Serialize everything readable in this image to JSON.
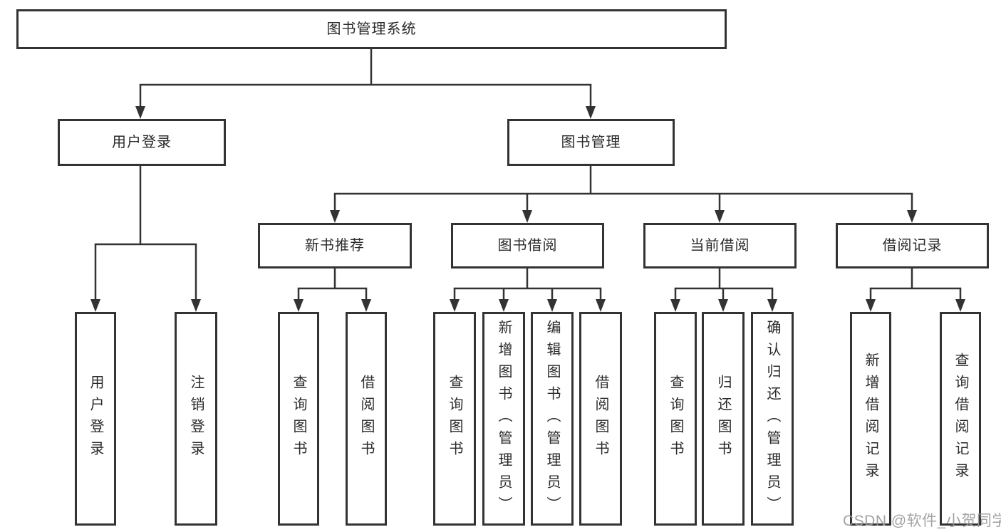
{
  "diagram_type": "hierarchy-tree",
  "colors": {
    "line": "#333333",
    "box_border": "#333333",
    "box_fill": "#ffffff",
    "text": "#2a2a2a",
    "watermark": "#9b9b9b",
    "background": "#ffffff"
  },
  "tree": {
    "root": {
      "label": "图书管理系统",
      "children": [
        {
          "label": "用户登录",
          "children": [
            {
              "label": "用户登录"
            },
            {
              "label": "注销登录"
            }
          ]
        },
        {
          "label": "图书管理",
          "children": [
            {
              "label": "新书推荐",
              "children": [
                {
                  "label": "查询图书"
                },
                {
                  "label": "借阅图书"
                }
              ]
            },
            {
              "label": "图书借阅",
              "children": [
                {
                  "label": "查询图书"
                },
                {
                  "label": "新增图书（管理员）"
                },
                {
                  "label": "编辑图书（管理员）"
                },
                {
                  "label": "借阅图书"
                }
              ]
            },
            {
              "label": "当前借阅",
              "children": [
                {
                  "label": "查询图书"
                },
                {
                  "label": "归还图书"
                },
                {
                  "label": "确认归还（管理员）"
                }
              ]
            },
            {
              "label": "借阅记录",
              "children": [
                {
                  "label": "新增借阅记录"
                },
                {
                  "label": "查询借阅记录"
                }
              ]
            }
          ]
        }
      ]
    }
  },
  "watermark": {
    "text": "CSDN @软件_小贺同学"
  }
}
